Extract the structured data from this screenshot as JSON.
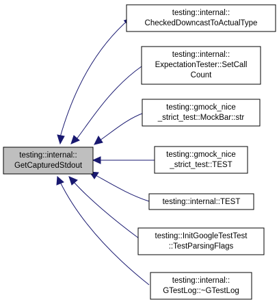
{
  "colors": {
    "edge": "#191970",
    "node_border": "#000000",
    "node_fill": "#ffffff",
    "focus_fill": "#bfbfbf"
  },
  "focus": {
    "lines": [
      "testing::internal::",
      "GetCapturedStdout"
    ]
  },
  "callers": [
    {
      "lines": [
        "testing::internal::",
        "CheckedDowncastToActualType"
      ]
    },
    {
      "lines": [
        "testing::internal::",
        "ExpectationTester::SetCall",
        "Count"
      ]
    },
    {
      "lines": [
        "testing::gmock_nice",
        "_strict_test::MockBar::str"
      ]
    },
    {
      "lines": [
        "testing::gmock_nice",
        "_strict_test::TEST"
      ]
    },
    {
      "lines": [
        "testing::internal::TEST"
      ]
    },
    {
      "lines": [
        "testing::InitGoogleTestTest",
        "::TestParsingFlags"
      ]
    },
    {
      "lines": [
        "testing::internal::",
        "GTestLog::~GTestLog"
      ]
    }
  ]
}
